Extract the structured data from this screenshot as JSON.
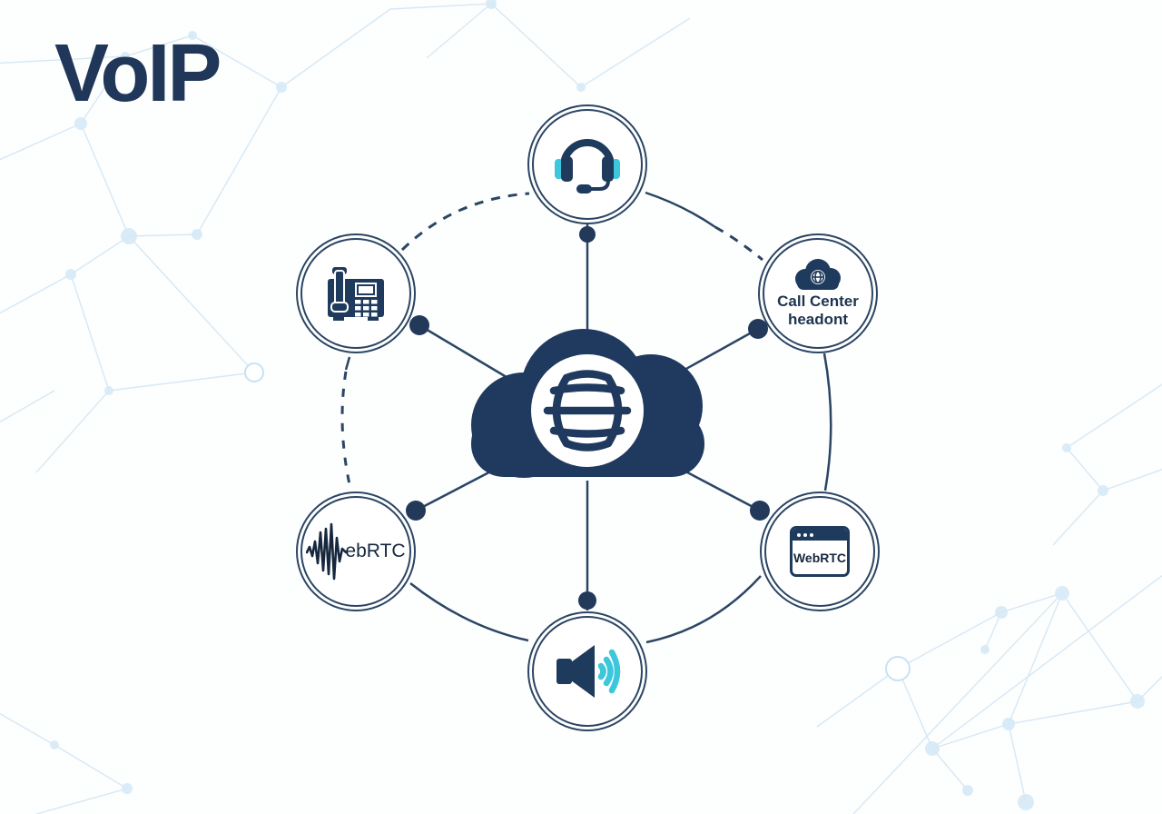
{
  "title": "VoIP",
  "colors": {
    "navy": "#1e3a5c",
    "line_navy": "#2b4563",
    "cyan": "#3cc7dc",
    "pattern_blue": "#d6eaf7"
  },
  "center": {
    "name": "internet-cloud",
    "icon": "cloud-globe-icon"
  },
  "nodes": {
    "headset": {
      "icon": "headset-icon"
    },
    "phone": {
      "icon": "desk-phone-icon"
    },
    "call_center": {
      "icon": "small-cloud-globe-icon",
      "line1": "Call Center",
      "line2": "headont"
    },
    "waveform": {
      "icon": "audio-waveform-icon",
      "label": "ebRTC"
    },
    "browser": {
      "icon": "browser-window-icon",
      "label": "WebRTC"
    },
    "speaker": {
      "icon": "speaker-icon"
    }
  }
}
